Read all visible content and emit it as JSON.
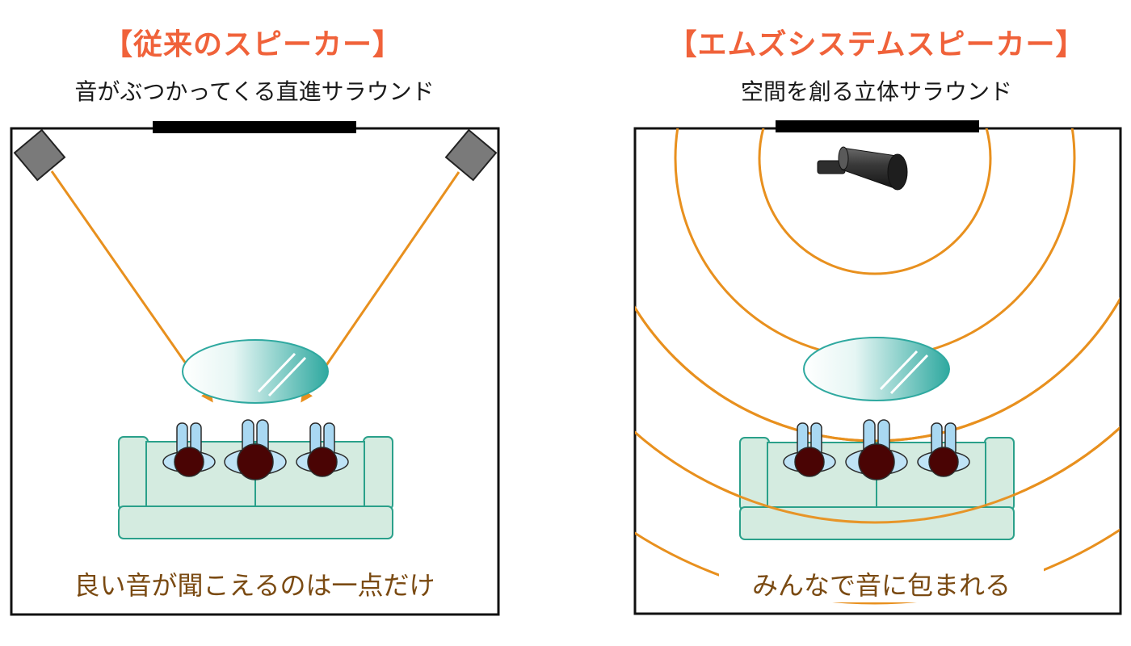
{
  "left": {
    "title": "【従来のスピーカー】",
    "subtitle": "音がぶつかってくる直進サラウンド",
    "caption": "良い音が聞こえるのは一点だけ"
  },
  "right": {
    "title": "【エムズシステムスピーカー】",
    "subtitle": "空間を創る立体サラウンド",
    "caption": "みんなで音に包まれる"
  },
  "colors": {
    "title": "#f0623a",
    "caption": "#7a4a12",
    "sound": "#e8901e",
    "sofa": "#d4ebe0",
    "sofa_edge": "#2aa08a",
    "table": "#2fa9a0",
    "head": "#4a0404",
    "arm": "#a9d8f2",
    "speaker": "#7a7a7a"
  },
  "icons": [
    "speaker-box-icon",
    "cylinder-speaker-icon",
    "sofa-icon",
    "coffee-table-icon",
    "person-icon"
  ]
}
